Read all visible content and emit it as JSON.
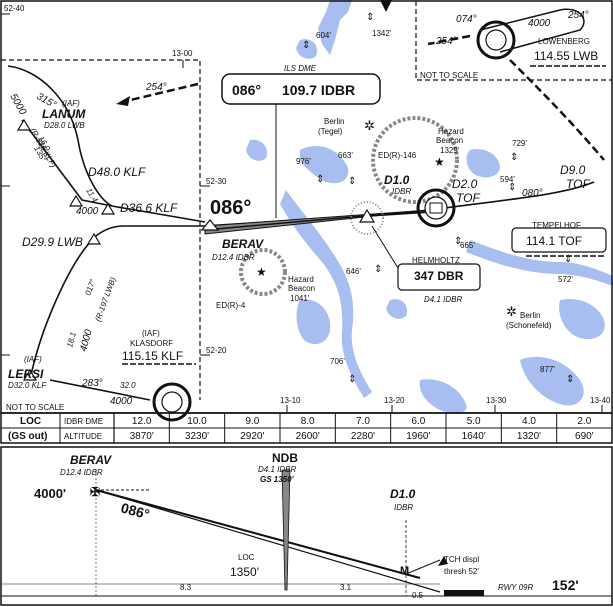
{
  "colors": {
    "water": "#a8bdf0",
    "ink": "#111111",
    "gray": "#888888"
  },
  "grid": {
    "lat_labels": [
      "52-40",
      "52-30",
      "52-20"
    ],
    "lon_top_labels": [
      "13-00"
    ],
    "lon_mid_labels": [
      "13-10",
      "13-20",
      "13-30",
      "13-40"
    ]
  },
  "plan": {
    "ils_header": "ILS DME",
    "ils_course": "086°",
    "ils_freq": "109.7 IDBR",
    "final_course_label": "086°",
    "lanum": {
      "iaf": "(IAF)",
      "name": "LANUM",
      "dist": "D28.0 LWB"
    },
    "lanum_course": "315°",
    "lanum_inbound": "254°",
    "lanum_radial_dist": "16.0",
    "lanum_radial": "135°",
    "lanum_radial_ref": "(R-315 KLF)",
    "lanum_leg_dist": "5000",
    "d48": "D48.0 KLF",
    "leg_11_4": "11.4",
    "alt_4000a": "4000",
    "d36": "D36.6 KLF",
    "d29": "D29.9 LWB",
    "radial_017": "017°",
    "radial_197": "(R-197 LWB)",
    "leg_18_1": "18.1",
    "alt_4000b": "4000",
    "lersi": {
      "iaf": "(IAF)",
      "name": "LERSI",
      "dist": "D32.0 KLF"
    },
    "course_283": "283°",
    "leg_32": "32.0",
    "alt_4000c": "4000",
    "klasdorf": {
      "iaf": "(IAF)",
      "name": "KLASDORF",
      "freq": "115.15 KLF"
    },
    "berav": {
      "name": "BERAV",
      "dist": "D12.4 IDBR"
    },
    "hazard_left": {
      "label1": "Hazard",
      "label2": "Beacon",
      "elev": "1041'"
    },
    "hazard_right": {
      "label1": "Hazard",
      "label2": "Beacon",
      "elev": "1329'"
    },
    "edr4": "ED(R)-4",
    "edr146": "ED(R)-146",
    "tegel": {
      "line1": "Berlin",
      "line2": "(Tegel)"
    },
    "schonefeld": {
      "line1": "Berlin",
      "line2": "(Schonefeld)"
    },
    "d1": {
      "name": "D1.0",
      "ref": "IDBR"
    },
    "d2": {
      "name": "D2.0",
      "ref": "TOF"
    },
    "d9": {
      "name": "D9.0",
      "ref": "TOF"
    },
    "course_080": "080°",
    "helmholtz": {
      "name": "HELMHOLTZ",
      "freq": "347 DBR",
      "dist": "D4.1 IDBR"
    },
    "tempelhof": {
      "name": "TEMPELHOF",
      "freq": "114.1 TOF"
    },
    "lowenberg": {
      "name": "LOWENBERG",
      "freq": "114.55 LWB",
      "inbound": "074°",
      "alt": "4000",
      "outbound": "254°",
      "course_254": "254°"
    },
    "not_to_scale": "NOT TO SCALE",
    "spot_elevs": [
      "604'",
      "1342'",
      "976'",
      "663'",
      "729'",
      "594'",
      "665'",
      "646'",
      "572'",
      "706'",
      "877'"
    ]
  },
  "table": {
    "row1_head1": "LOC",
    "row1_head2": "IDBR DME",
    "row2_head1": "(GS out)",
    "row2_head2": "ALTITUDE",
    "dme": [
      "12.0",
      "10.0",
      "9.0",
      "8.0",
      "7.0",
      "6.0",
      "5.0",
      "4.0",
      "2.0"
    ],
    "alt": [
      "3870'",
      "3230'",
      "2920'",
      "2600'",
      "2280'",
      "1960'",
      "1640'",
      "1320'",
      "690'"
    ]
  },
  "profile": {
    "berav": {
      "name": "BERAV",
      "dist": "D12.4 IDBR"
    },
    "alt_4000": "4000'",
    "course": "086°",
    "ndb": {
      "name": "NDB",
      "dist": "D4.1 IDBR",
      "gs": "GS 1350'"
    },
    "d1": {
      "name": "D1.0",
      "ref": "IDBR"
    },
    "loc": "LOC",
    "loc_alt": "1350'",
    "tch1": "TCH displ",
    "tch2": "thresh 52'",
    "seg_83": "8.3",
    "seg_31": "3.1",
    "seg_05": "0.5",
    "rwy": "RWY 09R",
    "rwy_elev": "152'"
  }
}
